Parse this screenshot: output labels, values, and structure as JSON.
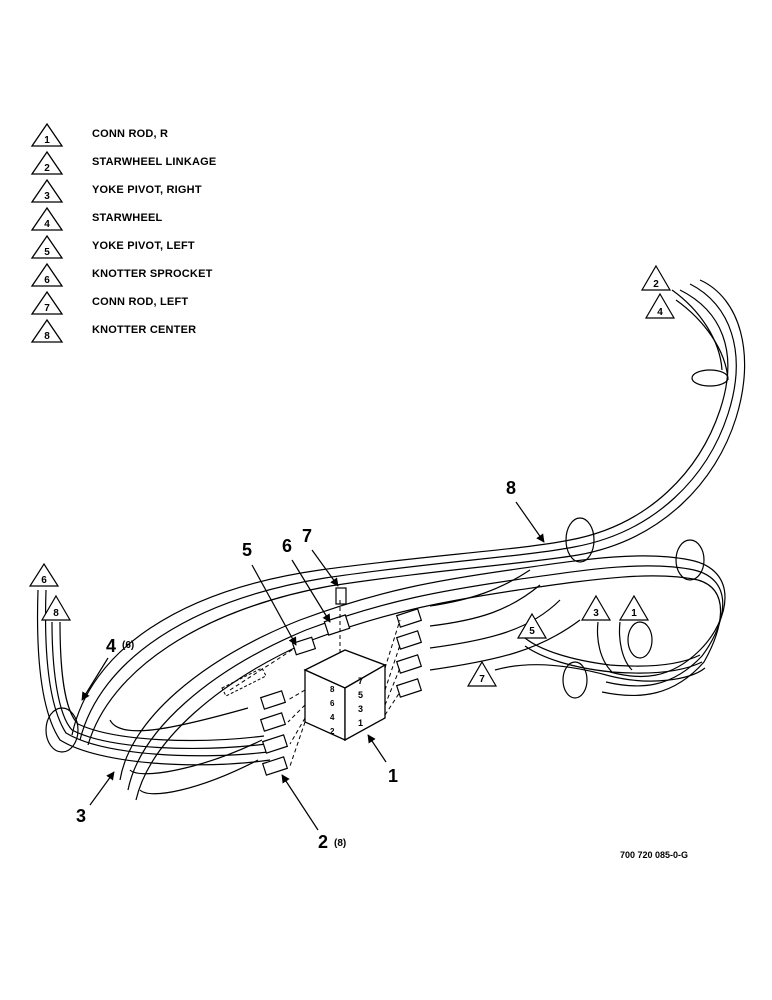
{
  "legend": [
    {
      "num": "1",
      "label": "CONN ROD, R"
    },
    {
      "num": "2",
      "label": "STARWHEEL LINKAGE"
    },
    {
      "num": "3",
      "label": "YOKE PIVOT, RIGHT"
    },
    {
      "num": "4",
      "label": "STARWHEEL"
    },
    {
      "num": "5",
      "label": "YOKE PIVOT, LEFT"
    },
    {
      "num": "6",
      "label": "KNOTTER SPROCKET"
    },
    {
      "num": "7",
      "label": "CONN ROD, LEFT"
    },
    {
      "num": "8",
      "label": "KNOTTER CENTER"
    }
  ],
  "callouts": {
    "c1": "1",
    "c2": "2",
    "c2_sub": "(8)",
    "c3": "3",
    "c4": "4",
    "c4_sub": "(6)",
    "c5": "5",
    "c6": "6",
    "c7": "7",
    "c8": "8"
  },
  "tube_tags": {
    "t2": "2",
    "t4": "4",
    "t6": "6",
    "t8": "8",
    "t3": "3",
    "t1": "1",
    "t5": "5",
    "t7": "7"
  },
  "block_ports": {
    "right": [
      "7",
      "5",
      "3",
      "1"
    ],
    "left": [
      "8",
      "6",
      "4",
      "2"
    ]
  },
  "drawing_code": "700 720 085-0-G"
}
